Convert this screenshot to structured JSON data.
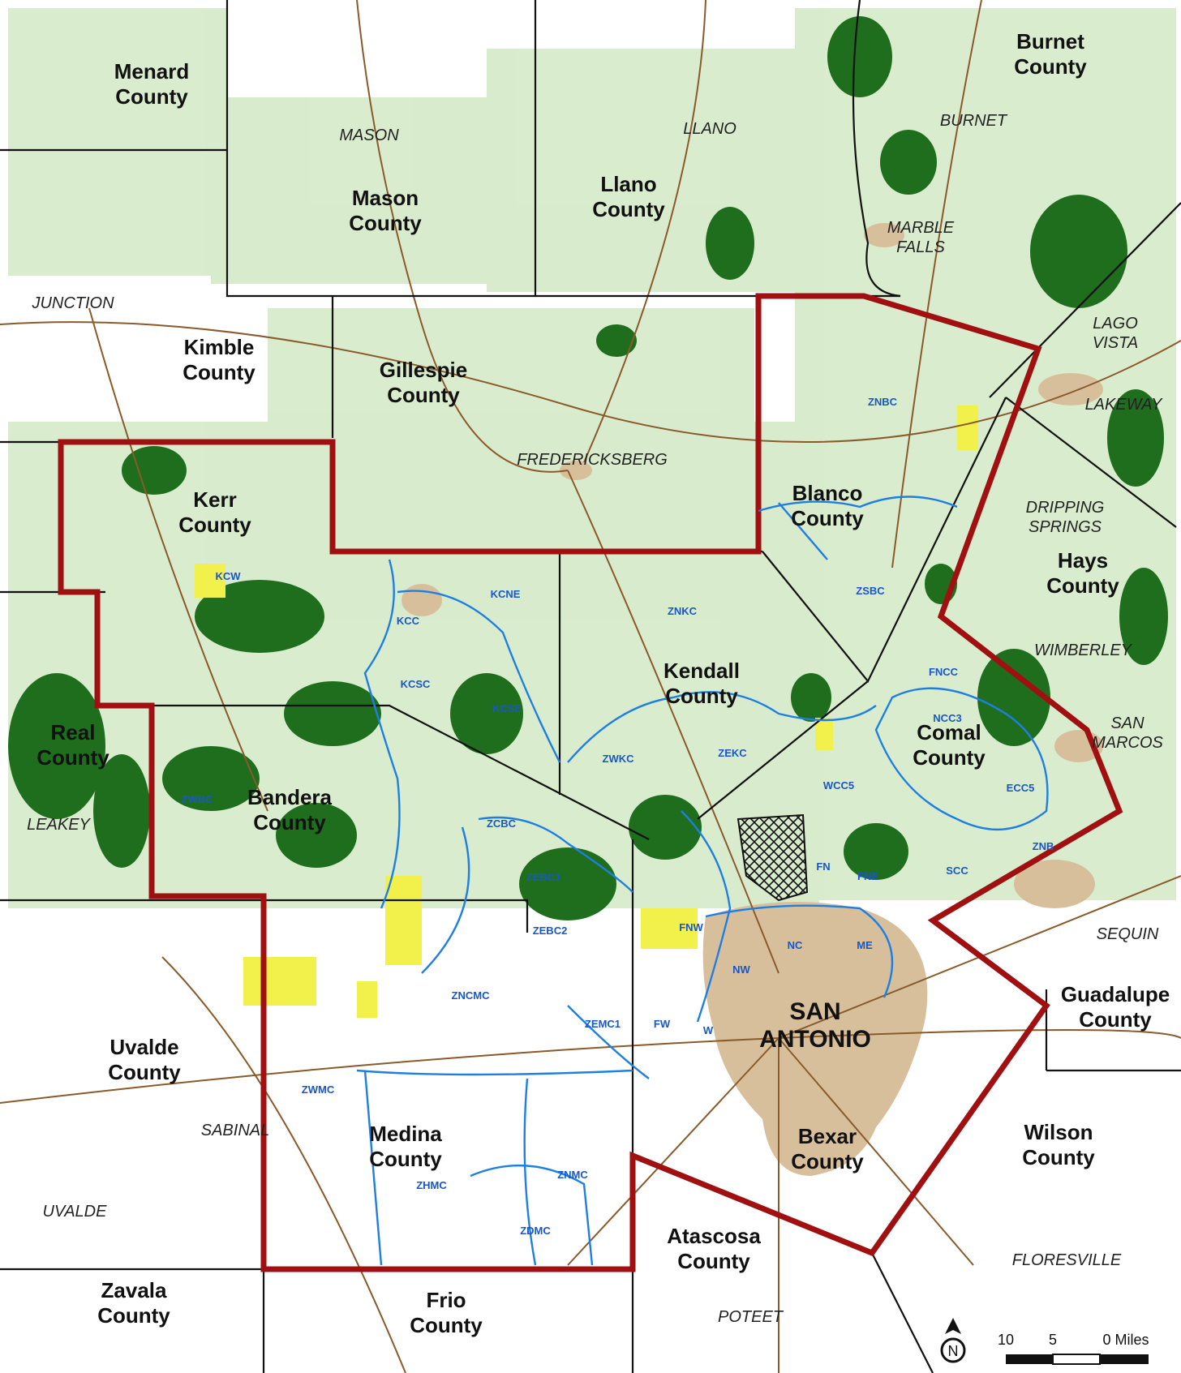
{
  "counties": [
    {
      "id": "menard",
      "name": "Menard\nCounty"
    },
    {
      "id": "mason",
      "name": "Mason\nCounty"
    },
    {
      "id": "llano",
      "name": "Llano\nCounty"
    },
    {
      "id": "burnet",
      "name": "Burnet\nCounty"
    },
    {
      "id": "kimble",
      "name": "Kimble\nCounty"
    },
    {
      "id": "gillespie",
      "name": "Gillespie\nCounty"
    },
    {
      "id": "kerr",
      "name": "Kerr\nCounty"
    },
    {
      "id": "blanco",
      "name": "Blanco\nCounty"
    },
    {
      "id": "hays",
      "name": "Hays\nCounty"
    },
    {
      "id": "kendall",
      "name": "Kendall\nCounty"
    },
    {
      "id": "real",
      "name": "Real\nCounty"
    },
    {
      "id": "comal",
      "name": "Comal\nCounty"
    },
    {
      "id": "bandera",
      "name": "Bandera\nCounty"
    },
    {
      "id": "guadalupe",
      "name": "Guadalupe\nCounty"
    },
    {
      "id": "uvalde",
      "name": "Uvalde\nCounty"
    },
    {
      "id": "medina",
      "name": "Medina\nCounty"
    },
    {
      "id": "bexar",
      "name": "Bexar\nCounty"
    },
    {
      "id": "wilson",
      "name": "Wilson\nCounty"
    },
    {
      "id": "atascosa",
      "name": "Atascosa\nCounty"
    },
    {
      "id": "zavala",
      "name": "Zavala\nCounty"
    },
    {
      "id": "frio",
      "name": "Frio\nCounty"
    }
  ],
  "cities": [
    {
      "id": "mason",
      "name": "MASON"
    },
    {
      "id": "llano",
      "name": "LLANO"
    },
    {
      "id": "burnet",
      "name": "BURNET"
    },
    {
      "id": "marble-falls",
      "name": "MARBLE\nFALLS"
    },
    {
      "id": "junction",
      "name": "JUNCTION"
    },
    {
      "id": "lago-vista",
      "name": "LAGO\nVISTA"
    },
    {
      "id": "lakeway",
      "name": "LAKEWAY"
    },
    {
      "id": "fredericksberg",
      "name": "FREDERICKSBERG"
    },
    {
      "id": "dripping-springs",
      "name": "DRIPPING\nSPRINGS"
    },
    {
      "id": "wimberley",
      "name": "WIMBERLEY"
    },
    {
      "id": "san-marcos",
      "name": "SAN\nMARCOS"
    },
    {
      "id": "leakey",
      "name": "LEAKEY"
    },
    {
      "id": "sequin",
      "name": "SEQUIN"
    },
    {
      "id": "sabinal",
      "name": "SABINAL"
    },
    {
      "id": "uvalde",
      "name": "UVALDE"
    },
    {
      "id": "floresville",
      "name": "FLORESVILLE"
    },
    {
      "id": "poteet",
      "name": "POTEET"
    }
  ],
  "metro": {
    "name": "SAN\nANTONIO"
  },
  "zones": [
    "ZNBC",
    "ZSBC",
    "KCW",
    "KCNE",
    "KCC",
    "ZNKC",
    "KCSC",
    "KCSE",
    "FNCC",
    "NCC3",
    "ZWKC",
    "ZEKC",
    "WCC5",
    "ECC5",
    "ZWBC",
    "ZCBC",
    "ZNB",
    "ZEBC1",
    "SCC",
    "FN",
    "FNE",
    "ZEBC2",
    "FNW",
    "NC",
    "ME",
    "NW",
    "ZNCMC",
    "ZEMC1",
    "FW",
    "W",
    "ZWMC",
    "ZNMC",
    "ZHMC",
    "ZDMC"
  ],
  "scale_bar": {
    "labels": [
      "10",
      "5",
      "0 Miles"
    ]
  },
  "north_arrow": {
    "label": "N"
  },
  "colors": {
    "habitat_dark": "#1e6e1e",
    "habitat_light": "#9ccf82",
    "study_boundary": "#a01010",
    "zone_line": "#1f7fe0",
    "county_line": "#111111",
    "road": "#8a5a2b",
    "urban": "#d8bf9c",
    "yellow_patch": "#f2f04a",
    "zone_label": "#1a56c8"
  }
}
